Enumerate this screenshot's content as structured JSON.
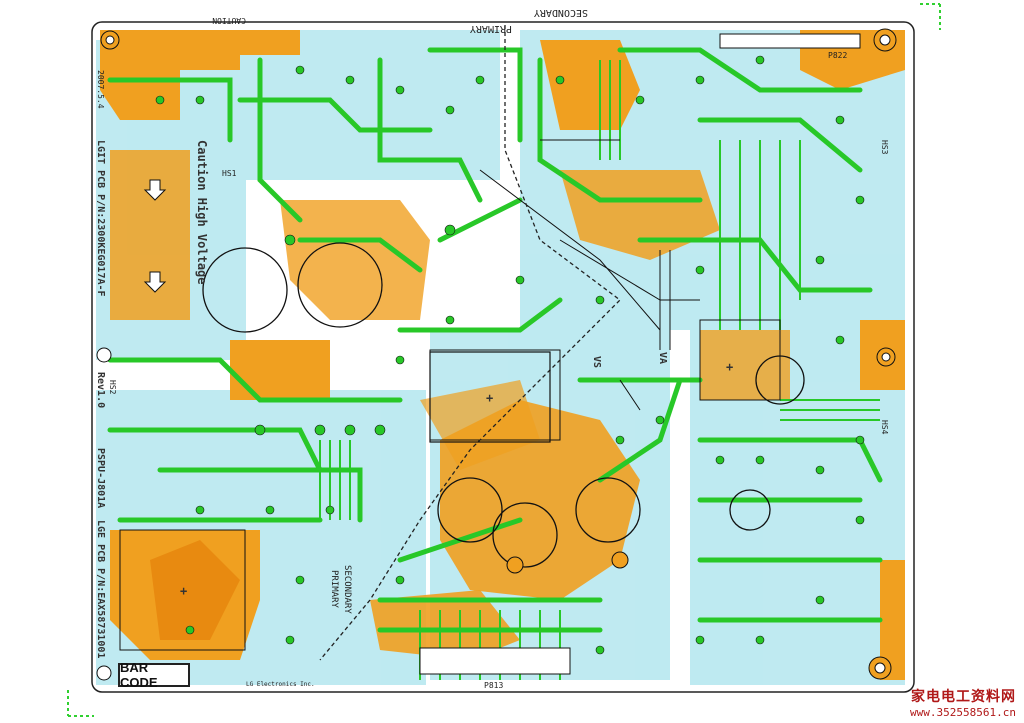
{
  "labels": {
    "primary_top": "PRIMARY",
    "secondary_top": "SECONDARY",
    "secondary_mid": "SECONDARY",
    "primary_mid": "PRIMARY",
    "caution_voltage": "Caution High Voltage",
    "pcb_pn_top": "LGIT PCB P/N:2300KEG017A-F",
    "pcb_pn_bottom": "LGE PCB P/N:EAX58731001",
    "rev": "Rev1.0",
    "model": "PSPU-J801A",
    "date": "2007.5.4",
    "caution_text": "CAUTION",
    "bar_code": "BAR CODE",
    "ref_p813": "P813",
    "ref_p822": "P822",
    "ref_hs1": "HS1",
    "ref_hs2": "HS2",
    "ref_hs3": "HS3",
    "ref_hs4": "HS4",
    "ref_vs": "VS",
    "ref_va": "VA",
    "ref_lg": "LG Electronics Inc."
  },
  "watermark": {
    "site_cn": "家电电工资料网",
    "url": "www.352558561.cn"
  },
  "colors": {
    "board": "#ffffff",
    "copper_top": "#f0a020",
    "copper_bottom": "#30d030",
    "silk_light": "#b8e8f0",
    "outline": "#222222"
  }
}
